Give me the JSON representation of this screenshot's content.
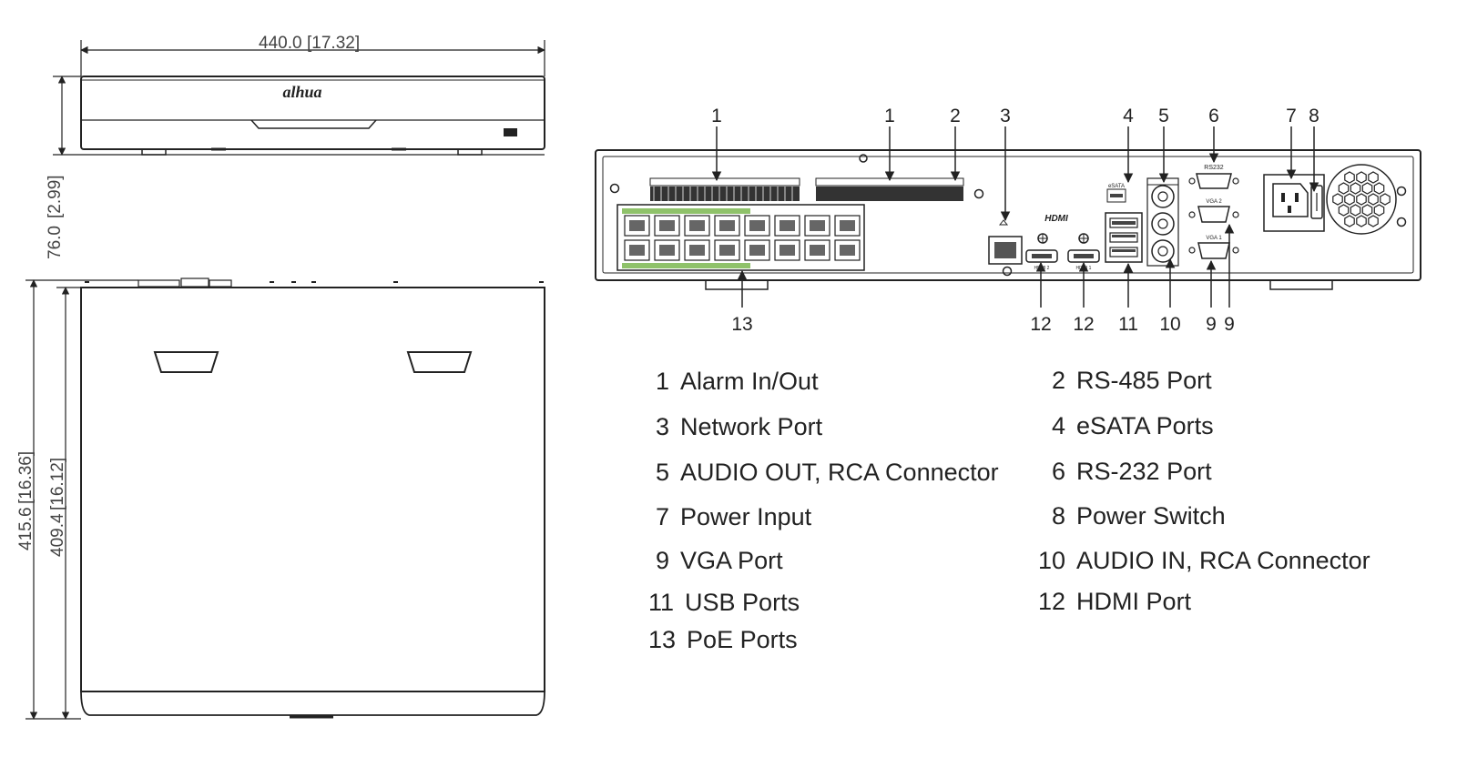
{
  "dimensions": {
    "width_label": "440.0",
    "width_inch_label": "[17.32]",
    "height_label": "76.0",
    "height_inch_label": "[2.99]",
    "depth_outer_label": "415.6",
    "depth_outer_inch_label": "[16.36]",
    "depth_inner_label": "409.4",
    "depth_inner_inch_label": "[16.12]"
  },
  "front_panel": {
    "logo_text": "alhua"
  },
  "rear_panel": {
    "port_labels": {
      "hdmi_logo": "HDMI",
      "rs232": "RS232",
      "vga2": "VGA 2",
      "vga1": "VGA 1",
      "esata": "eSATA",
      "hdmi1": "HDMI 1",
      "hdmi2": "HDMI 2"
    },
    "callouts_top": [
      "1",
      "1",
      "2",
      "3",
      "4",
      "5",
      "6",
      "7",
      "8"
    ],
    "callouts_bottom": [
      "13",
      "12",
      "12",
      "11",
      "10",
      "9",
      "9"
    ]
  },
  "legend": [
    {
      "num": "1",
      "label": "Alarm In/Out"
    },
    {
      "num": "2",
      "label": "RS-485 Port"
    },
    {
      "num": "3",
      "label": "Network Port"
    },
    {
      "num": "4",
      "label": "eSATA Ports"
    },
    {
      "num": "5",
      "label": "AUDIO OUT, RCA Connector"
    },
    {
      "num": "6",
      "label": "RS-232 Port"
    },
    {
      "num": "7",
      "label": "Power Input"
    },
    {
      "num": "8",
      "label": "Power Switch"
    },
    {
      "num": "9",
      "label": "VGA Port"
    },
    {
      "num": "10",
      "label": "AUDIO IN, RCA Connector"
    },
    {
      "num": "11",
      "label": "USB Ports"
    },
    {
      "num": "12",
      "label": "HDMI Port"
    },
    {
      "num": "13",
      "label": "PoE Ports"
    }
  ],
  "colors": {
    "line": "#222222",
    "poe_led": "#8fc26a",
    "callout_text": "#222222"
  }
}
